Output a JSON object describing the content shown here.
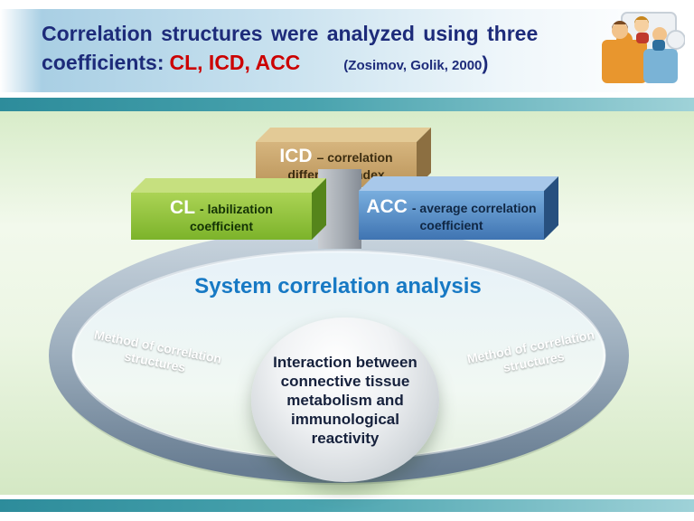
{
  "header": {
    "title_line1": "Correlation structures were analyzed using three",
    "title_prefix": "coefficients:",
    "title_coefficients": "CL, ICD,  ACC",
    "citation": "(Zosimov, Golik, 2000",
    "citation_close": ")"
  },
  "boxes": {
    "icd": {
      "abbr": "ICD",
      "label": "– correlation difference index",
      "color": "#c5a162"
    },
    "cl": {
      "abbr": "CL",
      "label": "- labilization coefficient",
      "color": "#8dc63f"
    },
    "acc": {
      "abbr": "ACC",
      "label": "- average correlation coefficient",
      "color": "#4a80c0"
    }
  },
  "diagram": {
    "ring_title": "System correlation analysis",
    "ring_label_left": "Method of correlation structures",
    "ring_label_right": "Method of correlation structures",
    "sphere_text": "Interaction between connective tissue metabolism and immunological reactivity"
  },
  "icons": {
    "clipart": "puzzle-children-clipart"
  },
  "colors": {
    "title_navy": "#1d2b7a",
    "coefficients_red": "#cc0000",
    "divider_teal": "#2d8c9b",
    "background_green": "#dcedcd",
    "ring_gray": "#8396a8",
    "ring_title_blue": "#1779c4"
  }
}
